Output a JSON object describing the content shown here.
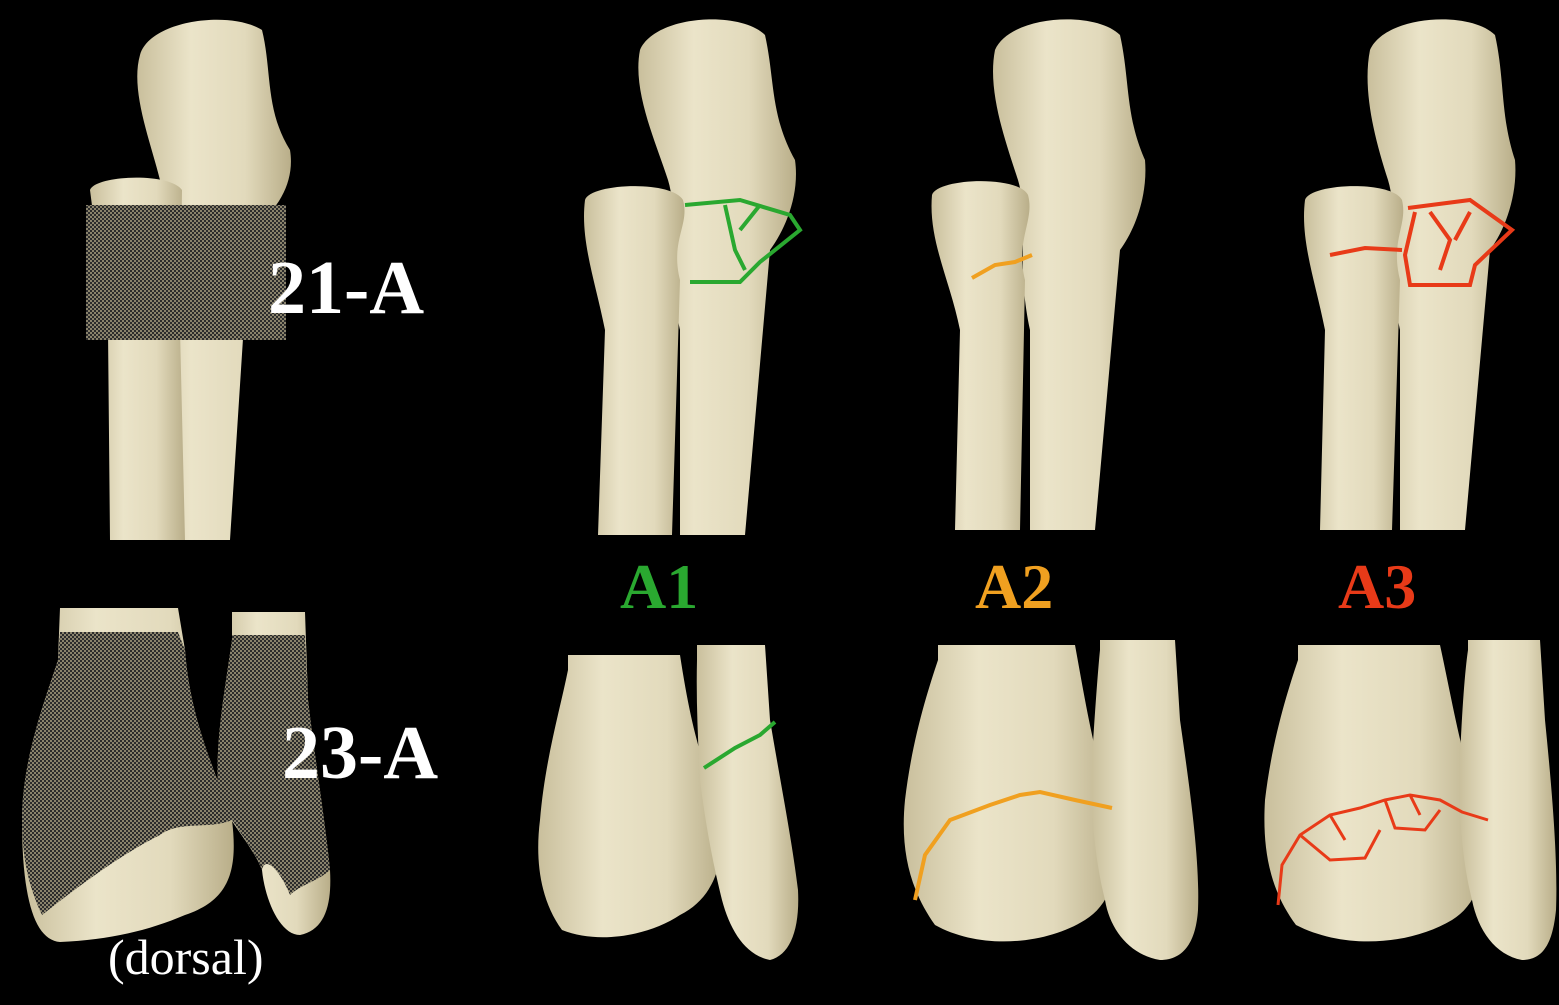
{
  "labels": {
    "forearm_proximal_code": "21-A",
    "forearm_distal_code": "23-A",
    "distal_view_note": "(dorsal)",
    "classes": [
      {
        "text": "A1",
        "color": "#2aa830"
      },
      {
        "text": "A2",
        "color": "#f0a020"
      },
      {
        "text": "A3",
        "color": "#e83a18"
      }
    ]
  },
  "colors": {
    "background": "#000000",
    "bone": "#e6dfc3",
    "bone_shadow": "#c2b894",
    "hatch": "#2c2c2c",
    "fracture_A1": "#2aa830",
    "fracture_A2": "#f0a020",
    "fracture_A3": "#e83a18"
  }
}
